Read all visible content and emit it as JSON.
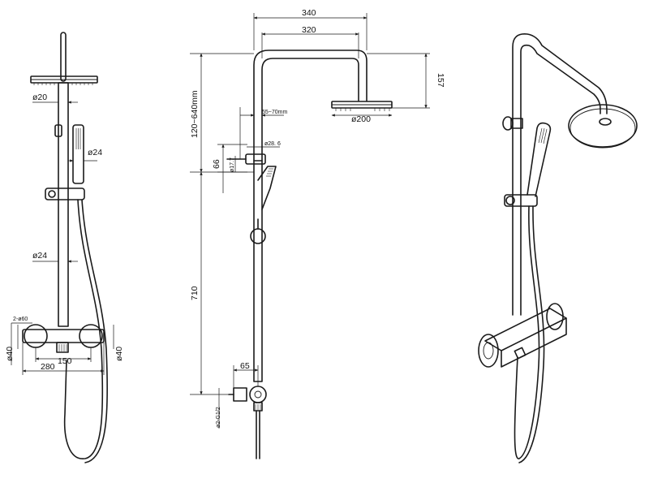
{
  "front_view": {
    "dims": {
      "rose_diameter": "ø20",
      "hand_diameter": "ø24",
      "rail_diameter": "ø24",
      "outlet_angle": "2-ø60",
      "left_diameter": "ø40",
      "right_diameter": "ø40",
      "center_distance": "150",
      "total_width": "280"
    }
  },
  "side_view": {
    "dims": {
      "arm_width_outer": "340",
      "arm_width_inner": "320",
      "head_drop": "157",
      "head_diameter": "ø200",
      "height_range": "120~640mm",
      "holder_range": "55~70mm",
      "holder_diameter": "ø28. 6",
      "holder_height": "66",
      "holder_small_diameter": "ø17.7",
      "rail_length": "710",
      "offset": "65",
      "thread": "ø2-G1/2"
    }
  }
}
